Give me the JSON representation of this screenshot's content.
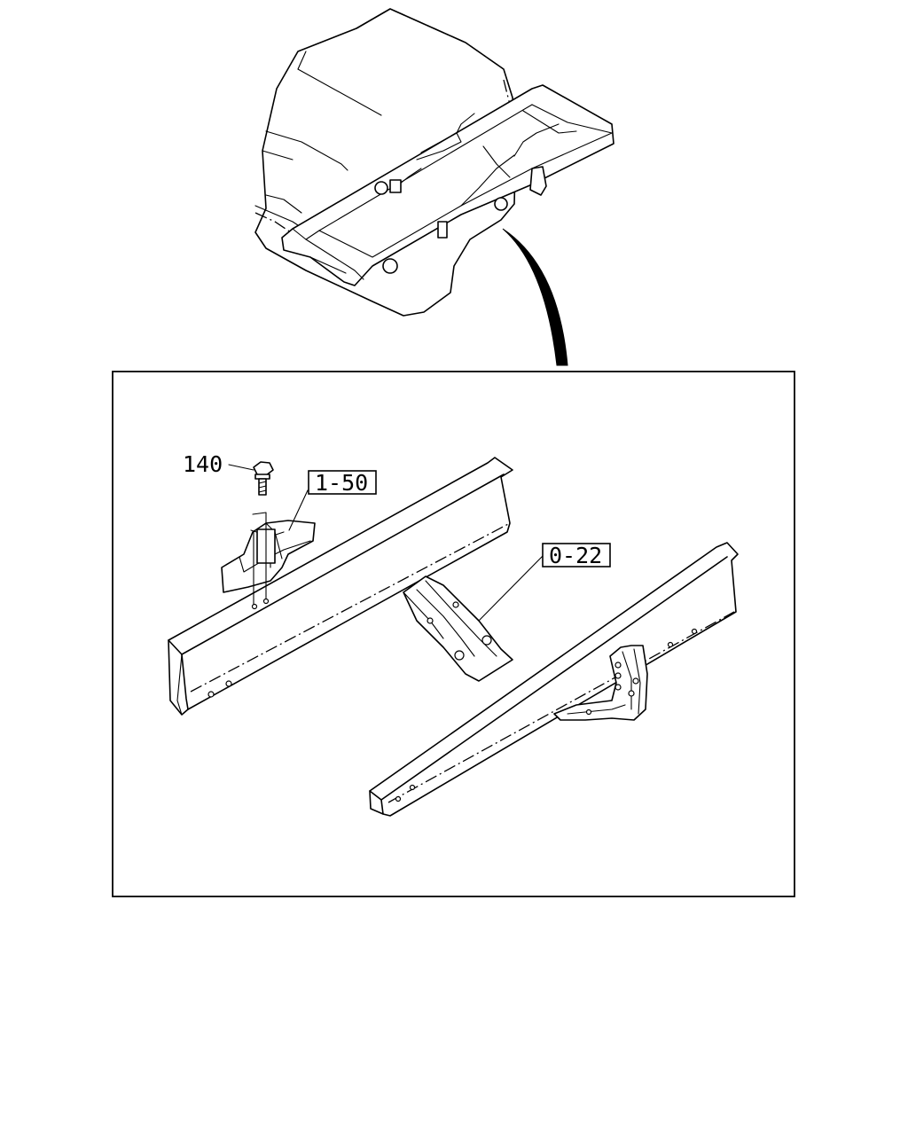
{
  "callouts": {
    "part_number": "140",
    "ref_box_1": "1-50",
    "ref_box_2": "0-22"
  }
}
